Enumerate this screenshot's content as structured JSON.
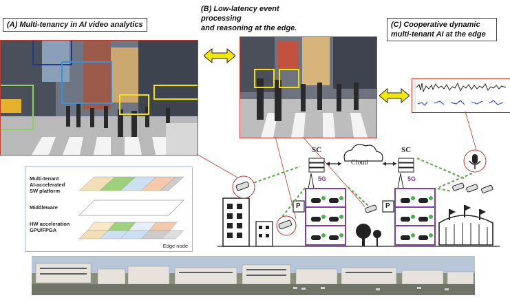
{
  "labels": {
    "a": "(A) Multi-tenancy in AI video analytics",
    "b_line1": "(B) Low-latency event processing",
    "b_line2": "and reasoning at the edge.",
    "c_line1": "(C) Cooperative dynamic",
    "c_line2": "multi-tenant AI at the edge"
  },
  "edge_node": {
    "layer1_line1": "Multi-tenant",
    "layer1_line2": "AI-accelerated",
    "layer1_line3": "SW platform",
    "layer2": "Middleware",
    "layer3_line1": "HW acceleration",
    "layer3_line2": "GPU/FPGA",
    "caption": "Edge node"
  },
  "diagram": {
    "sc_left": "SC",
    "sc_right": "SC",
    "cloud": "Cloud",
    "five_g_left": "5G",
    "five_g_right": "5G",
    "parking_left": "P",
    "parking_right": "P"
  },
  "colors": {
    "accent_red": "#c0392b",
    "box_yellow": "#f2e200",
    "box_blue": "#3a8fd8",
    "box_navy": "#1f3b8c",
    "box_green": "#8ccf5c",
    "purple": "#7b3fa0",
    "arrow_green": "#6aa84f",
    "arrow_yellow": "#f5e800"
  }
}
